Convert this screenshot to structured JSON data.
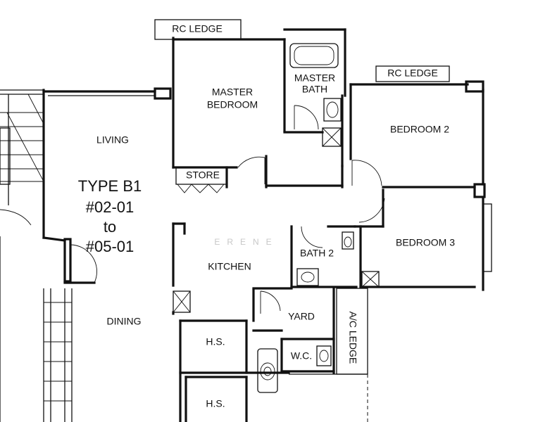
{
  "unit": {
    "type_label": "TYPE B1",
    "range_from": "#02-01",
    "range_joiner": "to",
    "range_to": "#05-01"
  },
  "rooms": {
    "living": "LIVING",
    "dining": "DINING",
    "master_bedroom_line1": "MASTER",
    "master_bedroom_line2": "BEDROOM",
    "master_bath_line1": "MASTER",
    "master_bath_line2": "BATH",
    "bedroom_2": "BEDROOM 2",
    "bedroom_3": "BEDROOM 3",
    "store": "STORE",
    "kitchen": "KITCHEN",
    "bath_2": "BATH 2",
    "yard": "YARD",
    "wc": "W.C.",
    "hs_upper": "H.S.",
    "hs_lower": "H.S.",
    "rc_ledge_left": "RC LEDGE",
    "rc_ledge_right": "RC LEDGE",
    "ac_ledge": "A/C LEDGE"
  },
  "watermark": "ERENE"
}
